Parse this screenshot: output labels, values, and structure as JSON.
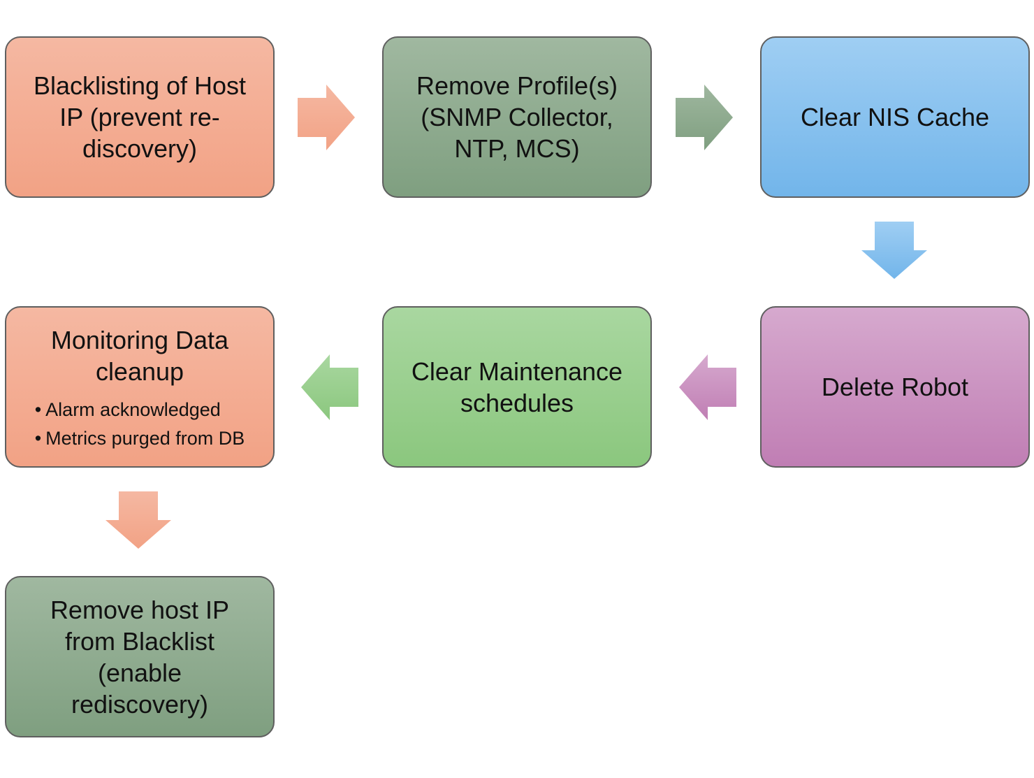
{
  "steps": [
    {
      "id": "blacklist",
      "title": "Blacklisting of Host\nIP (prevent re-\ndiscovery)",
      "color": "#f3a98e"
    },
    {
      "id": "remove-profiles",
      "title": "Remove Profile(s)\n(SNMP Collector,\nNTP, MCS)",
      "color": "#8fab90"
    },
    {
      "id": "clear-nis-cache",
      "title": "Clear NIS Cache",
      "color": "#84c0ee"
    },
    {
      "id": "delete-robot",
      "title": "Delete Robot",
      "color": "#cb93c2"
    },
    {
      "id": "clear-maintenance",
      "title": "Clear Maintenance\nschedules",
      "color": "#99ce8e"
    },
    {
      "id": "monitoring-cleanup",
      "title": "Monitoring Data\ncleanup",
      "color": "#f3a98e",
      "bullets": [
        "Alarm acknowledged",
        "Metrics purged from DB"
      ]
    },
    {
      "id": "remove-from-blacklist",
      "title": "Remove host IP\nfrom Blacklist\n(enable\nrediscovery)",
      "color": "#8fab90"
    }
  ],
  "arrows": [
    {
      "from": "blacklist",
      "to": "remove-profiles",
      "direction": "right",
      "color": "#f3a98e"
    },
    {
      "from": "remove-profiles",
      "to": "clear-nis-cache",
      "direction": "right",
      "color": "#8aa88b"
    },
    {
      "from": "clear-nis-cache",
      "to": "delete-robot",
      "direction": "down",
      "color": "#7fbcec"
    },
    {
      "from": "delete-robot",
      "to": "clear-maintenance",
      "direction": "left",
      "color": "#c98fc0"
    },
    {
      "from": "clear-maintenance",
      "to": "monitoring-cleanup",
      "direction": "left",
      "color": "#9fd195"
    },
    {
      "from": "monitoring-cleanup",
      "to": "remove-from-blacklist",
      "direction": "down",
      "color": "#f3a98e"
    }
  ]
}
